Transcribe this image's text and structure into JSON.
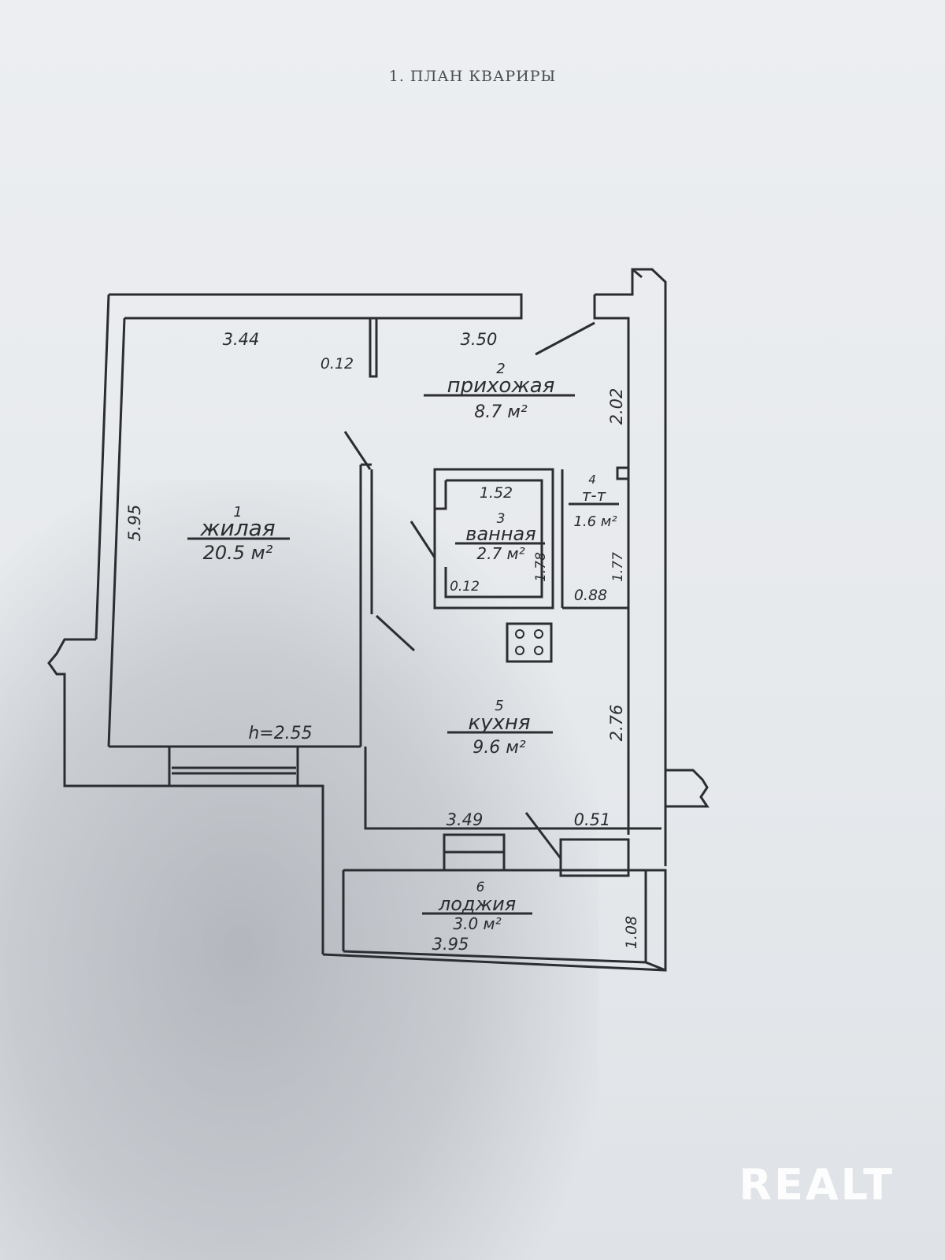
{
  "document": {
    "title": "1. ПЛАН КВАРИРЫ"
  },
  "plan": {
    "rooms": [
      {
        "number": "1",
        "name": "жилая",
        "area": "20.5 м²"
      },
      {
        "number": "2",
        "name": "прихожая",
        "area": "8.7 м²"
      },
      {
        "number": "3",
        "name": "ванная",
        "area": "2.7 м²"
      },
      {
        "number": "4",
        "name": "т-т",
        "area": "1.6 м²"
      },
      {
        "number": "5",
        "name": "кухня",
        "area": "9.6 м²"
      },
      {
        "number": "6",
        "name": "лоджия",
        "area": "3.0 м²"
      }
    ],
    "dimensions": {
      "living_width": "3.44",
      "hall_width": "3.50",
      "wall_thickness_top": "0.12",
      "living_length": "5.95",
      "hall_depth": "2.02",
      "bath_width": "1.52",
      "bath_depth": "1.78",
      "bath_wall": "0.12",
      "wc_depth": "1.77",
      "wc_width": "0.88",
      "kitchen_depth": "2.76",
      "kitchen_width": "3.49",
      "kitchen_recess": "0.51",
      "loggia_width": "3.95",
      "loggia_depth": "1.08",
      "ceiling_height": "h=2.55"
    }
  },
  "watermark": {
    "logo": "REALT"
  }
}
